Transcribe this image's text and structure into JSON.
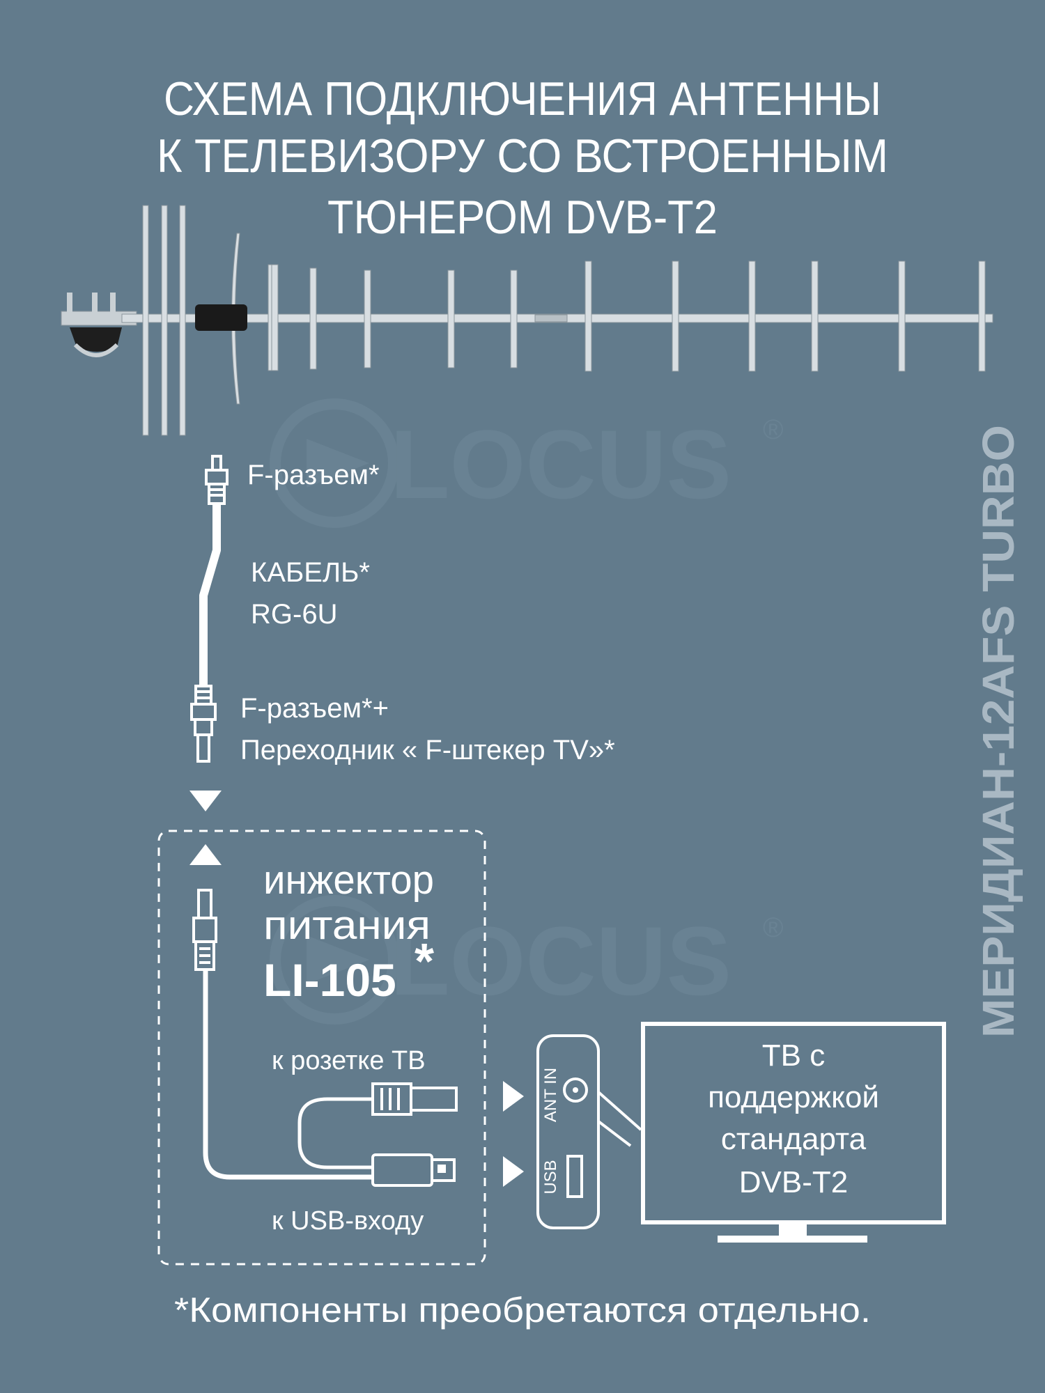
{
  "title": {
    "line1": "СХЕМА ПОДКЛЮЧЕНИЯ АНТЕННЫ",
    "line2": "К ТЕЛЕВИЗОРУ СО  ВСТРОЕННЫМ",
    "line3": "ТЮНЕРОМ DVB-T2"
  },
  "watermark": {
    "brand": "LOCUS",
    "registered": "®"
  },
  "product_name": "МЕРИДИАН-12AFS TURBO",
  "cable_chain": {
    "connector_top": "F-разъем*",
    "cable_line1": "КАБЕЛЬ*",
    "cable_line2": "RG-6U",
    "connector_bottom_line1": "F-разъем*+",
    "connector_bottom_line2": "Переходник « F-штекер TV»*"
  },
  "injector": {
    "line1": "инжектор",
    "line2": "питания",
    "model": "LI-105",
    "asterisk": "*",
    "to_tv_socket": "к розетке ТВ",
    "to_usb": "к USB-входу"
  },
  "tv_panel": {
    "ant_in": "ANT IN",
    "usb": "USB"
  },
  "tv": {
    "line1": "ТВ с",
    "line2": "поддержкой",
    "line3": "стандарта",
    "line4": "DVB-T2"
  },
  "footnote": "*Компоненты  преобретаются отдельно.",
  "colors": {
    "background": "#627b8c",
    "text": "#ffffff",
    "product_name": "#a9b8c3",
    "watermark": "#6c8596"
  }
}
